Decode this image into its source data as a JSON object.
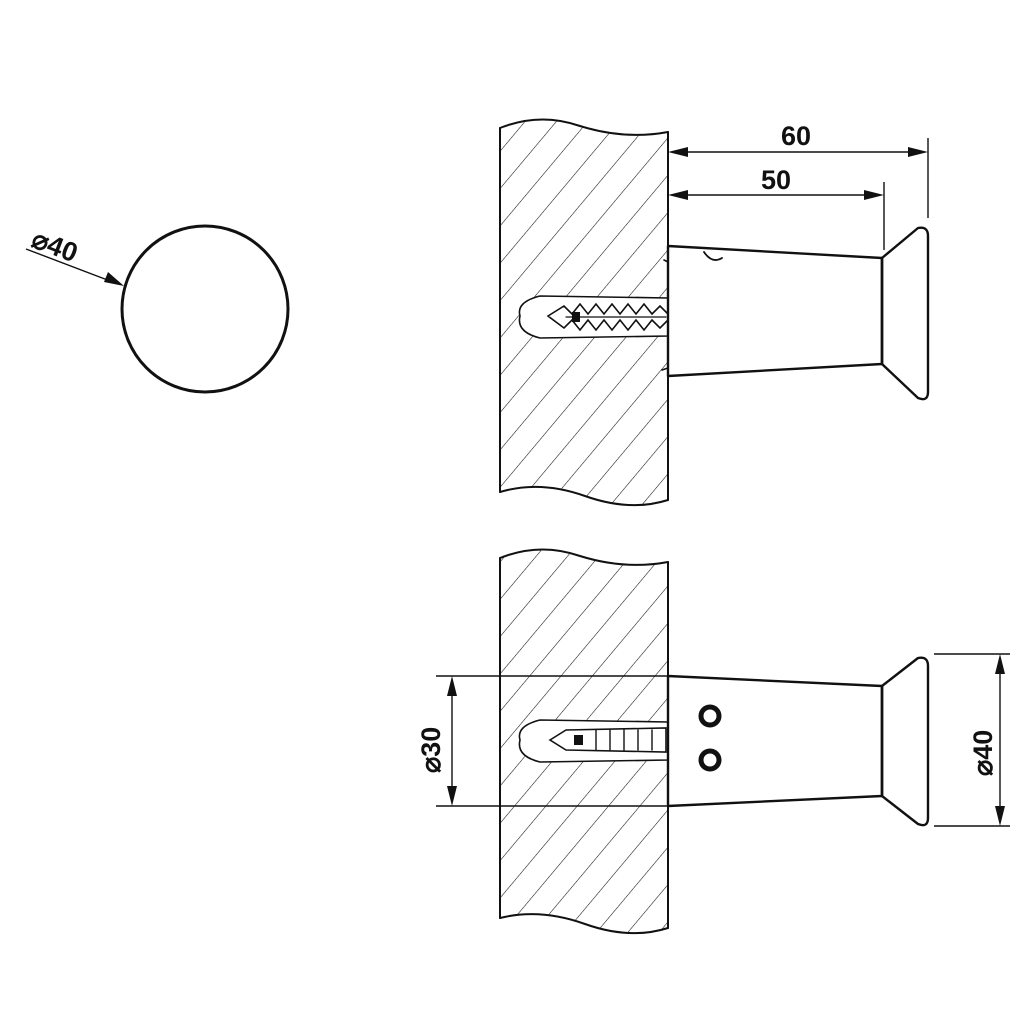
{
  "drawing": {
    "top_view": {
      "diameter_label": "40"
    },
    "side_view": {
      "overall_length_label": "60",
      "body_length_label": "50"
    },
    "front_view": {
      "mount_diameter_label": "30",
      "head_diameter_label": "40"
    },
    "symbols": {
      "diameter": "⌀"
    }
  }
}
